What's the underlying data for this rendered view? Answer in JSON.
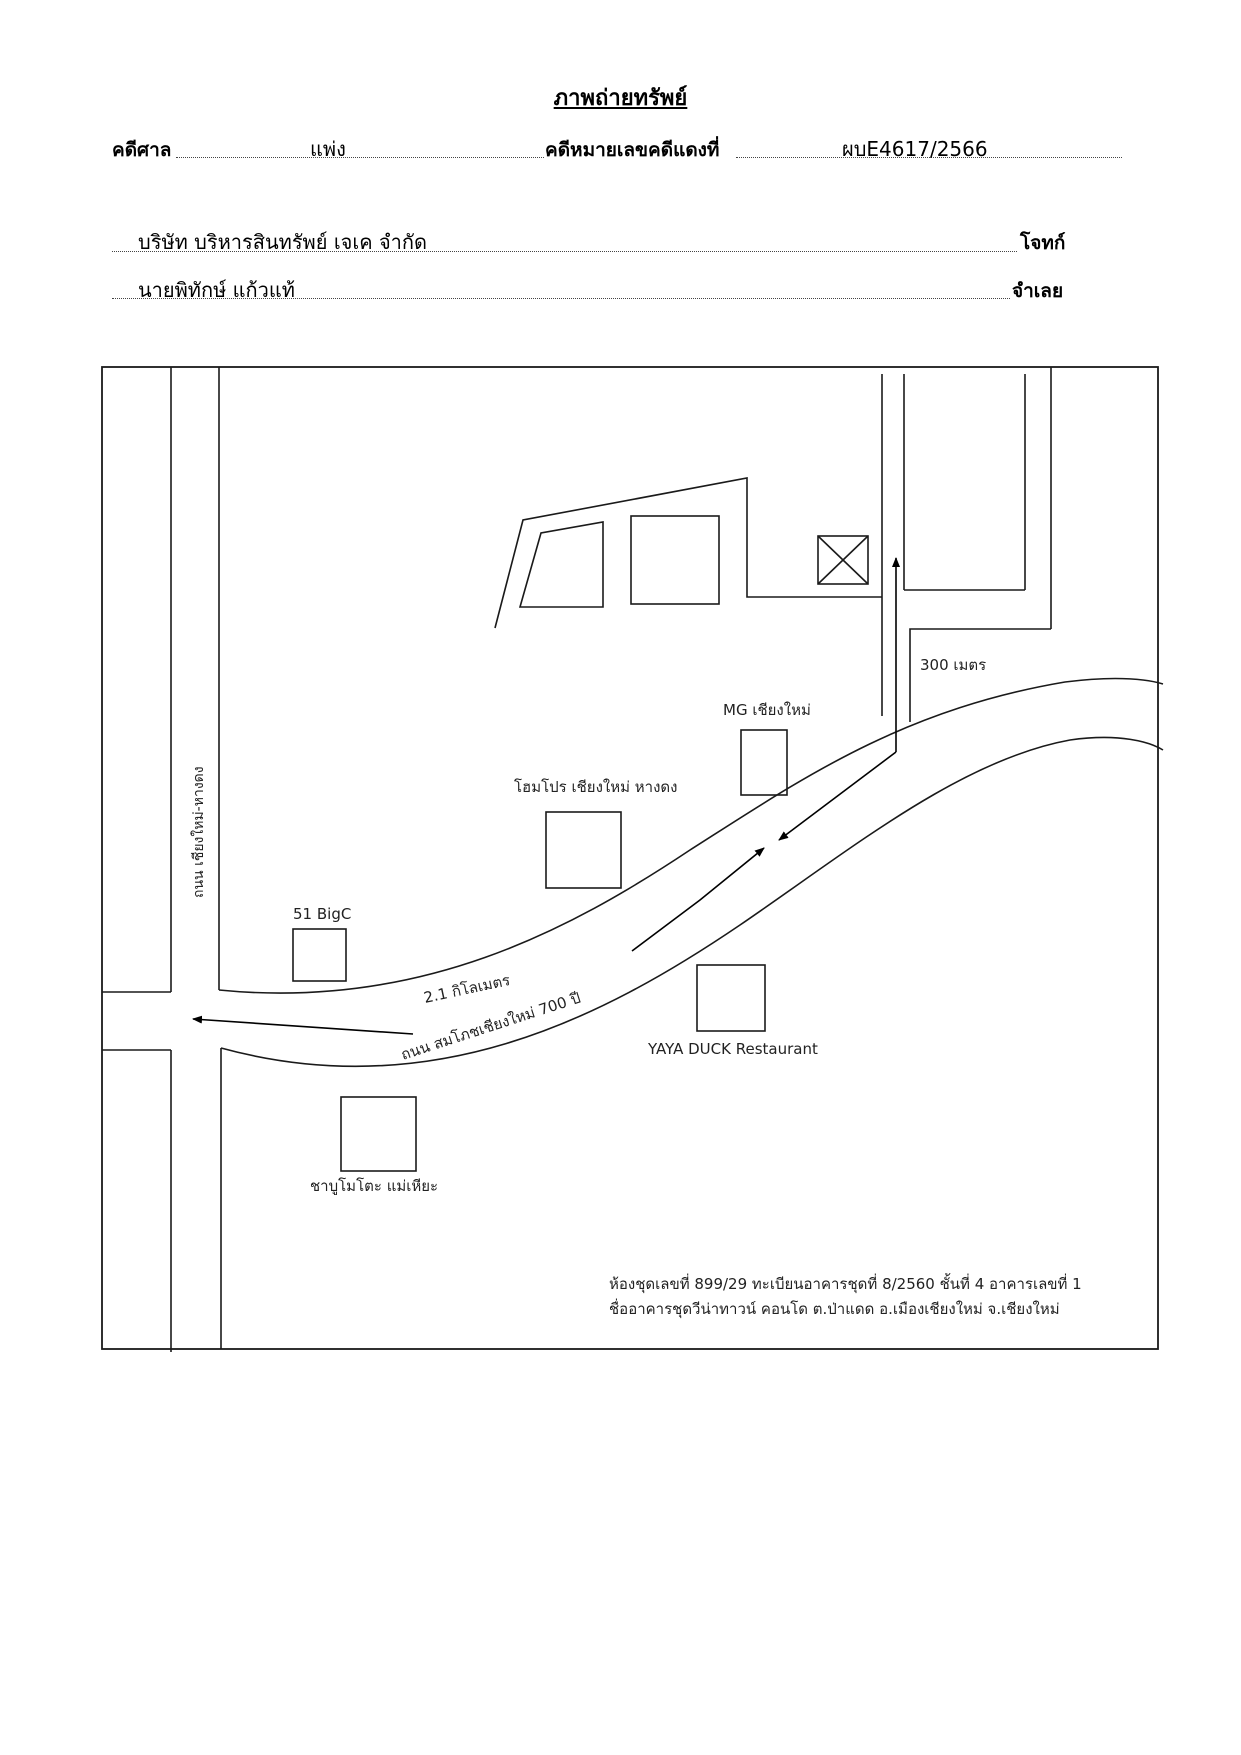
{
  "header": {
    "title": "ภาพถ่ายทรัพย์",
    "court_label": "คดีศาล",
    "court_value": "แพ่ง",
    "case_no_label": "คดีหมายเลขคดีแดงที่",
    "case_no_value": "ผบE4617/2566",
    "plaintiff_name": "บริษัท บริหารสินทรัพย์ เจเค จำกัด",
    "plaintiff_label": "โจทก์",
    "defendant_name": "นายพิทักษ์  แก้วแท้",
    "defendant_label": "จำเลย"
  },
  "map": {
    "road_vertical": "ถนน เชียงใหม่-หางดง",
    "road_main": "ถนน สมโภชเชียงใหม่ 700 ปี",
    "distance_main": "2.1 กิโลเมตร",
    "distance_side": "300 เมตร",
    "landmarks": {
      "bigc": "51 BigC",
      "homepro": "โฮมโปร เชียงใหม่ หางดง",
      "mg": "MG เชียงใหม่",
      "yaya": "YAYA DUCK Restaurant",
      "shabu": "ชาบูโมโตะ แม่เหียะ"
    },
    "address_line1": "ห้องชุดเลขที่ 899/29 ทะเบียนอาคารชุดที่ 8/2560 ชั้นที่ 4 อาคารเลขที่ 1",
    "address_line2": "ชื่ออาคารชุดวีน่าทาวน์ คอนโด ต.ป่าแดด อ.เมืองเชียงใหม่ จ.เชียงใหม่"
  }
}
